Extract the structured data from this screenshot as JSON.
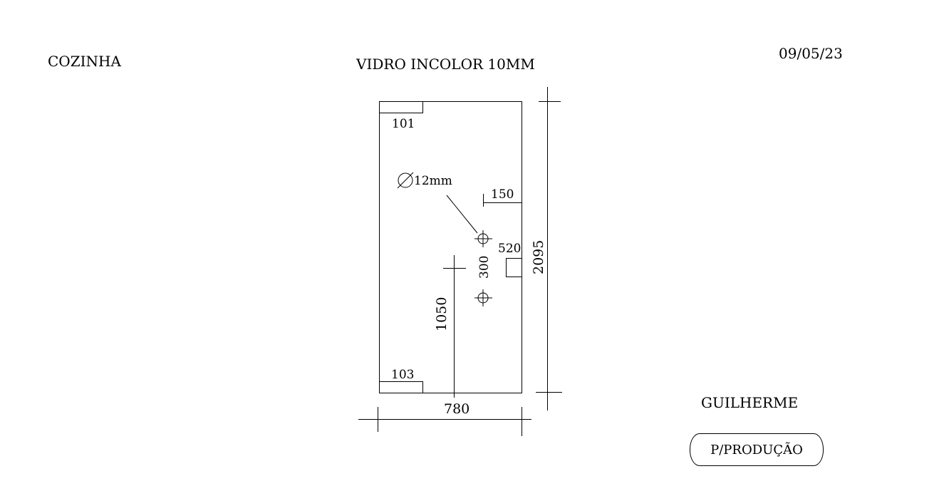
{
  "header": {
    "room": "COZINHA",
    "material": "VIDRO INCOLOR 10MM",
    "date": "09/05/23"
  },
  "footer": {
    "author": "GUILHERME",
    "stamp": "P/PRODUÇÃO"
  },
  "drawing": {
    "corner_top_label": "101",
    "corner_bottom_label": "103",
    "hole_diameter_label": "12mm",
    "hole_offset_label": "150",
    "notch_label": "520",
    "hole_spacing_label": "300",
    "hole_height_label": "1050",
    "width_label": "780",
    "height_label": "2095"
  }
}
